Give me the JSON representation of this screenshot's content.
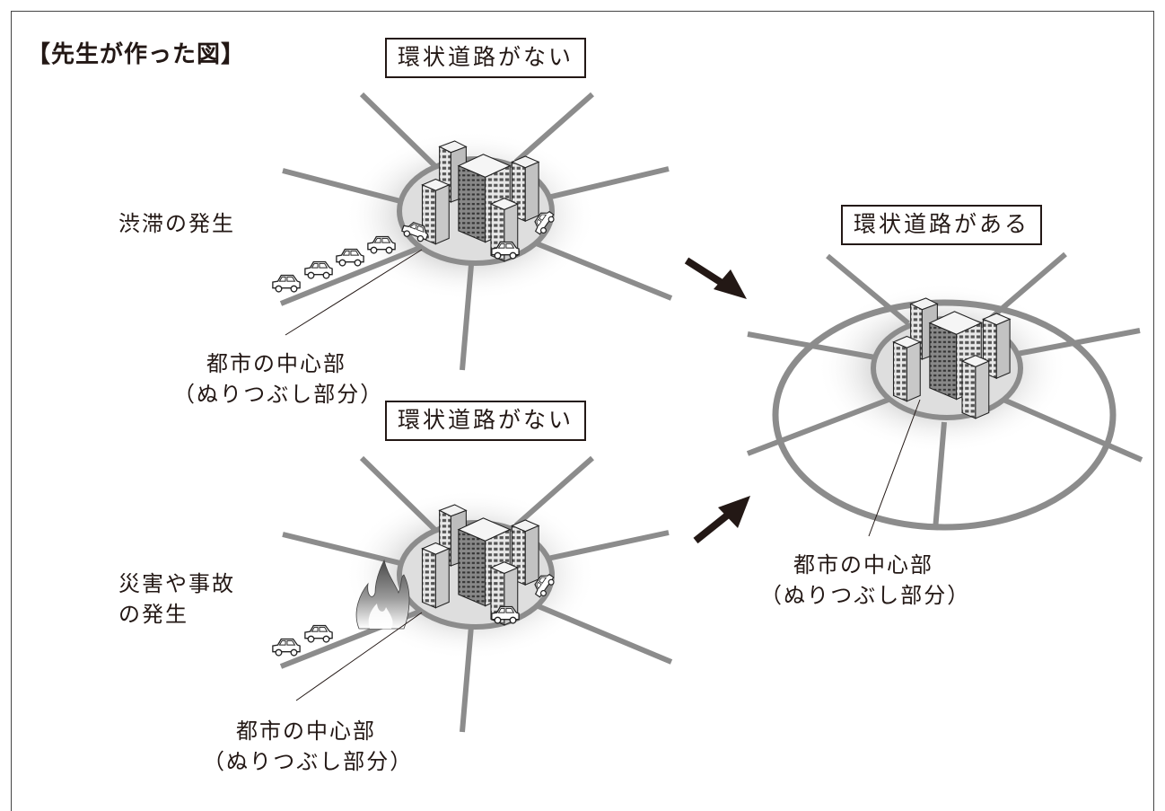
{
  "heading": "【先生が作った図】",
  "tags": {
    "top": "環状道路がない",
    "bottom": "環状道路がない",
    "right": "環状道路がある"
  },
  "labels": {
    "congestion": "渋滞の発生",
    "disaster_line1": "災害や事故",
    "disaster_line2": "の発生",
    "center_line1": "都市の中心部",
    "center_line2": "（ぬりつぶし部分）"
  },
  "colors": {
    "road": "#8c8c8c",
    "text": "#231815",
    "glow": "#bdbdbd",
    "core": "#dcdcdc"
  }
}
